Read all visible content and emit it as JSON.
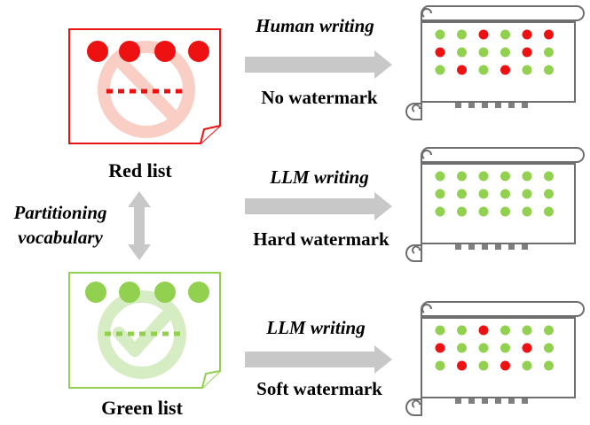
{
  "labels": {
    "red_list": "Red list",
    "green_list": "Green list",
    "partition_line1": "Partitioning",
    "partition_line2": "vocabulary"
  },
  "rows": [
    {
      "writer": "Human writing",
      "result": "No watermark",
      "grid": [
        [
          "g",
          "g",
          "r",
          "g",
          "r",
          "r"
        ],
        [
          "r",
          "g",
          "g",
          "g",
          "r",
          "g"
        ],
        [
          "g",
          "r",
          "g",
          "r",
          "g",
          "g"
        ]
      ]
    },
    {
      "writer": "LLM writing",
      "result": "Hard watermark",
      "grid": [
        [
          "g",
          "g",
          "g",
          "g",
          "g",
          "g"
        ],
        [
          "g",
          "g",
          "g",
          "g",
          "g",
          "g"
        ],
        [
          "g",
          "g",
          "g",
          "g",
          "g",
          "g"
        ]
      ]
    },
    {
      "writer": "LLM writing",
      "result": "Soft watermark",
      "grid": [
        [
          "g",
          "g",
          "r",
          "g",
          "g",
          "g"
        ],
        [
          "r",
          "g",
          "g",
          "g",
          "r",
          "g"
        ],
        [
          "g",
          "r",
          "g",
          "r",
          "g",
          "g"
        ]
      ]
    }
  ],
  "colors": {
    "red_token": "#ee1111",
    "green_token": "#92d050",
    "red_border": "#ee1111",
    "green_border": "#92d050",
    "arrow": "#c8c8c8",
    "scroll_border": "#6e6e6e",
    "ellipsis": "#7f7f7f"
  },
  "icons": {
    "red_list": "prohibition-icon",
    "green_list": "checkmark-icon"
  }
}
